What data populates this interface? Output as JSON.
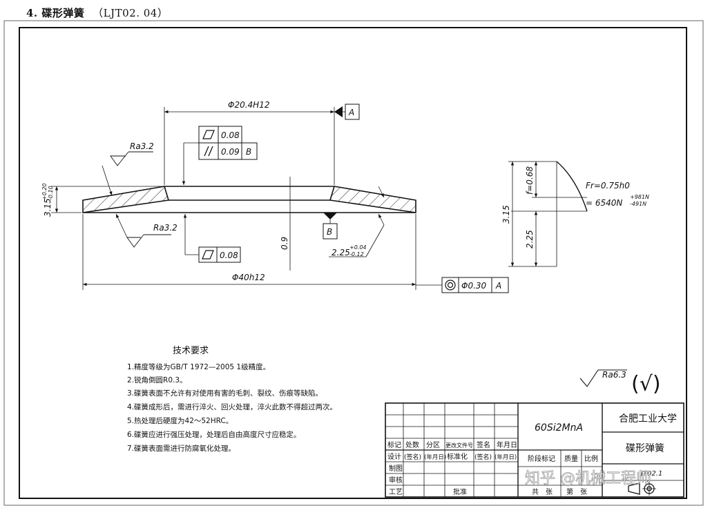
{
  "heading": {
    "number": "4.",
    "title": "碟形弹簧",
    "code": "（LJT02. 04）"
  },
  "dimensions": {
    "inner_diameter": "Φ20.4H12",
    "outer_diameter": "Φ40h12",
    "height": "3.15",
    "height_tol_upper": "+0.20",
    "height_tol_lower": "-0.10",
    "thickness": "2.25",
    "thickness_tol_upper": "+0.04",
    "thickness_tol_lower": "-0.12",
    "flat_width": "0.9",
    "side_total": "3.15",
    "side_f": "f=0.68",
    "side_thickness": "2.25"
  },
  "roughness": {
    "top": "Ra3.2",
    "bottom": "Ra3.2",
    "general": "Ra6.3",
    "general_symbol": "(√)"
  },
  "datums": {
    "a": "A",
    "b": "B"
  },
  "tolerances": {
    "flatness_top": "0.08",
    "parallelism_value": "0.09",
    "parallelism_datum": "B",
    "flatness_bottom": "0.08",
    "coaxiality_value": "Φ0.30",
    "coaxiality_datum": "A"
  },
  "force": {
    "line1": "Fr=0.75h0",
    "line2": "= 6540N",
    "tol_upper": "+981N",
    "tol_lower": "-491N"
  },
  "tech_requirements": {
    "title": "技术要求",
    "items": [
      "1.精度等级为GB/T 1972—2005 1级精度。",
      "2.锐角倒圆R0.3。",
      "3.碟簧表面不允许有对使用有害的毛刺、裂纹、伤痕等缺陷。",
      "4.碟簧成形后，需进行淬火、回火处理，淬火此数不得超过两次。",
      "5.热处理后硬度为42～52HRC。",
      "6.碟簧应进行强压处理，处理后自由高度尺寸应稳定。",
      "7.碟簧表面需进行防腐氧化处理。"
    ]
  },
  "title_block": {
    "material": "60Si2MnA",
    "school": "合肥工业大学",
    "part_name": "碟形弹簧",
    "drawing_no": "JT02.1",
    "row_labels_1": [
      "标记",
      "处数",
      "分区",
      "更改文件号",
      "签名",
      "年月日"
    ],
    "row_labels_2": [
      "设计",
      "(签名)",
      "(年月日)",
      "标准化",
      "(签名)",
      "(年月日)"
    ],
    "left_labels": [
      "制图",
      "审核",
      "工艺"
    ],
    "approve": "批准",
    "stage": "阶段标记",
    "weight": "质量",
    "scale": "比例",
    "sheets_total": "共　张",
    "sheet_no": "第　张"
  },
  "watermark": "知乎 @机械工程师"
}
